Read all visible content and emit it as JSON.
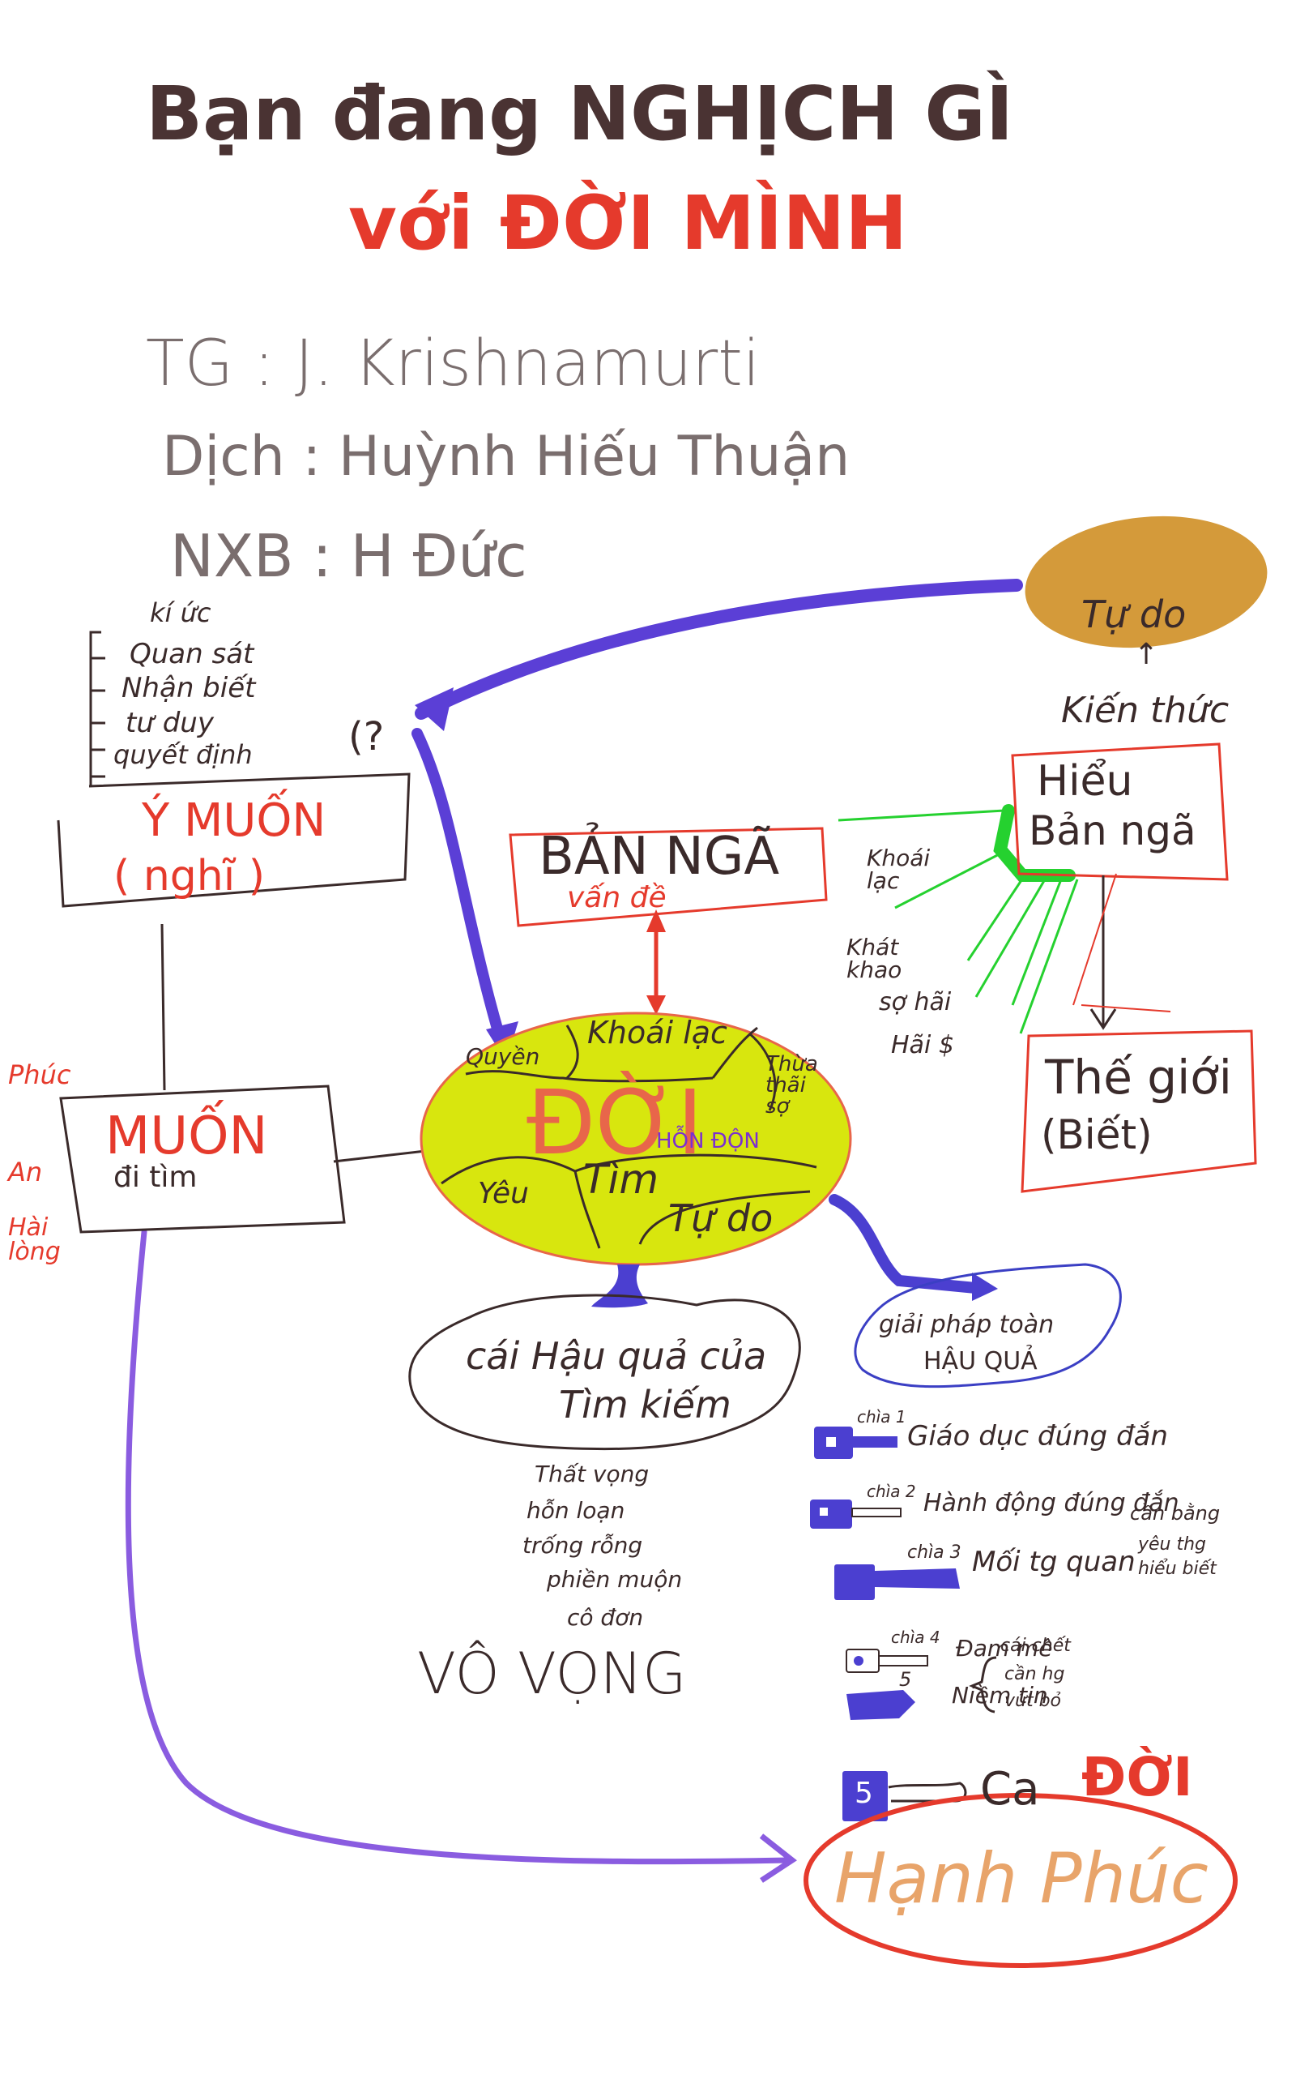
{
  "colors": {
    "ink": "#3a2a2a",
    "red": "#e53a2c",
    "purple": "#6a3ddb",
    "blue_purple": "#4b3fd0",
    "yellow_green": "#d8e60e",
    "ochre": "#d49a3a",
    "green": "#25d12f",
    "orange": "#e8a46a",
    "blue_outline": "#3b3fc4"
  },
  "title": {
    "line1": "Bạn đang NGHỊCH GÌ",
    "line2": "với ĐỜI MÌNH"
  },
  "credits": {
    "author": "TG : J. Krishnamurti",
    "translator": "Dịch : Huỳnh Hiếu Thuận",
    "publisher": "NXB : H Đức"
  },
  "left_list": [
    "kí ức",
    "Quan sát",
    "Nhận biết",
    "tư duy",
    "quyết định"
  ],
  "question_mark": "(?",
  "y_muon": {
    "line1": "Ý MUỐN",
    "line2": "( nghĩ )"
  },
  "muon": {
    "title": "MUỐN",
    "sub": "đi tìm"
  },
  "left_notes": [
    "Phúc",
    "An",
    "Hài lòng"
  ],
  "tu_do_top": {
    "label": "Tự do",
    "arrow": "↑"
  },
  "kien_thuc": "Kiến thức",
  "hieu_ban_nga": {
    "line1": "Hiểu",
    "line2": "Bản ngã"
  },
  "the_gioi": {
    "line1": "Thế giới",
    "line2": "(Biết)"
  },
  "ban_nga": {
    "title": "BẢN NGÃ",
    "sub": "vấn đề"
  },
  "green_labels": [
    "Khoái lạc",
    "Khát khao",
    "sợ hãi",
    "Hãi $"
  ],
  "doi": {
    "center": "ĐỜI",
    "sub": "HỖN ĐỘN",
    "segments": [
      "Khoái lạc",
      "Quyền",
      "Thừa thãi sợ",
      "Yêu",
      "Tìm",
      "Tự do"
    ]
  },
  "consequences": {
    "title_line1": "cái Hậu quả của",
    "title_line2": "Tìm kiếm",
    "items": [
      "Thất vọng",
      "hỗn loạn",
      "trống rỗng",
      "phiền muộn",
      "cô đơn"
    ],
    "summary": "VÔ VỌNG"
  },
  "solution": {
    "line1": "giải pháp toàn",
    "line2": "HẬU QUẢ"
  },
  "keys": [
    {
      "num": "chìa 1",
      "text": "Giáo dục đúng đắn"
    },
    {
      "num": "chìa 2",
      "text": "Hành động đúng đắn"
    },
    {
      "num": "chìa 3",
      "text": "Mối tg quan"
    },
    {
      "num": "chìa 4",
      "text": "Đam mê"
    },
    {
      "num": "5",
      "text": "Niềm tin"
    }
  ],
  "key3_notes": [
    "cần bằng",
    "yêu thg",
    "hiểu biết"
  ],
  "key45_notes": [
    "cái chết",
    "cần hg",
    "vứt bỏ"
  ],
  "final": {
    "ca": "Ca",
    "doi": "ĐỜI",
    "happy": "Hạnh Phúc",
    "key_num": "5"
  }
}
